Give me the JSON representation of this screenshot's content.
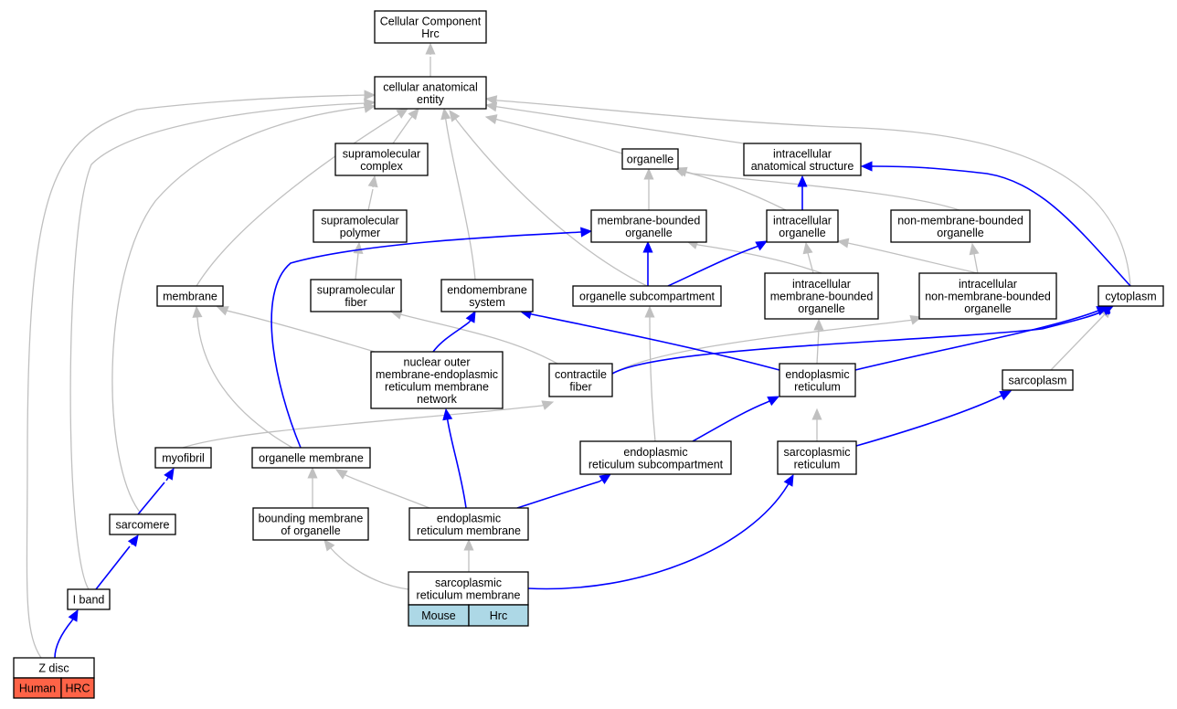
{
  "nodes": {
    "cc_hrc": [
      "Cellular Component",
      "Hrc"
    ],
    "cae": [
      "cellular anatomical",
      "entity"
    ],
    "supcomplex": [
      "supramolecular",
      "complex"
    ],
    "organelle": [
      "organelle"
    ],
    "ias": [
      "intracellular",
      "anatomical structure"
    ],
    "suppolymer": [
      "supramolecular",
      "polymer"
    ],
    "mbo": [
      "membrane-bounded",
      "organelle"
    ],
    "io": [
      "intracellular",
      "organelle"
    ],
    "nmbo": [
      "non-membrane-bounded",
      "organelle"
    ],
    "membrane": [
      "membrane"
    ],
    "supfiber": [
      "supramolecular",
      "fiber"
    ],
    "endosys": [
      "endomembrane",
      "system"
    ],
    "osub": [
      "organelle subcompartment"
    ],
    "imbo": [
      "intracellular",
      "membrane-bounded",
      "organelle"
    ],
    "inmbo": [
      "intracellular",
      "non-membrane-bounded",
      "organelle"
    ],
    "cytoplasm": [
      "cytoplasm"
    ],
    "nuclear": [
      "nuclear outer",
      "membrane-endoplasmic",
      "reticulum membrane",
      "network"
    ],
    "contractile": [
      "contractile",
      "fiber"
    ],
    "er": [
      "endoplasmic",
      "reticulum"
    ],
    "sarcoplasm": [
      "sarcoplasm"
    ],
    "myofibril": [
      "myofibril"
    ],
    "orgmem": [
      "organelle membrane"
    ],
    "ersub": [
      "endoplasmic",
      "reticulum subcompartment"
    ],
    "sr": [
      "sarcoplasmic",
      "reticulum"
    ],
    "sarcomere": [
      "sarcomere"
    ],
    "bmo": [
      "bounding membrane",
      "of organelle"
    ],
    "erm": [
      "endoplasmic",
      "reticulum membrane"
    ],
    "srm": [
      "sarcoplasmic",
      "reticulum membrane"
    ],
    "iband": [
      "I band"
    ],
    "zdisc": [
      "Z disc"
    ]
  },
  "annotations": {
    "srm": [
      "Mouse",
      "Hrc"
    ],
    "zdisc": [
      "Human",
      "HRC"
    ]
  },
  "colors": {
    "is_a_edge": "#c0c0c0",
    "part_of_edge": "#0000ff",
    "mouse_annotation": "#add8e6",
    "human_annotation": "#ff6347"
  }
}
